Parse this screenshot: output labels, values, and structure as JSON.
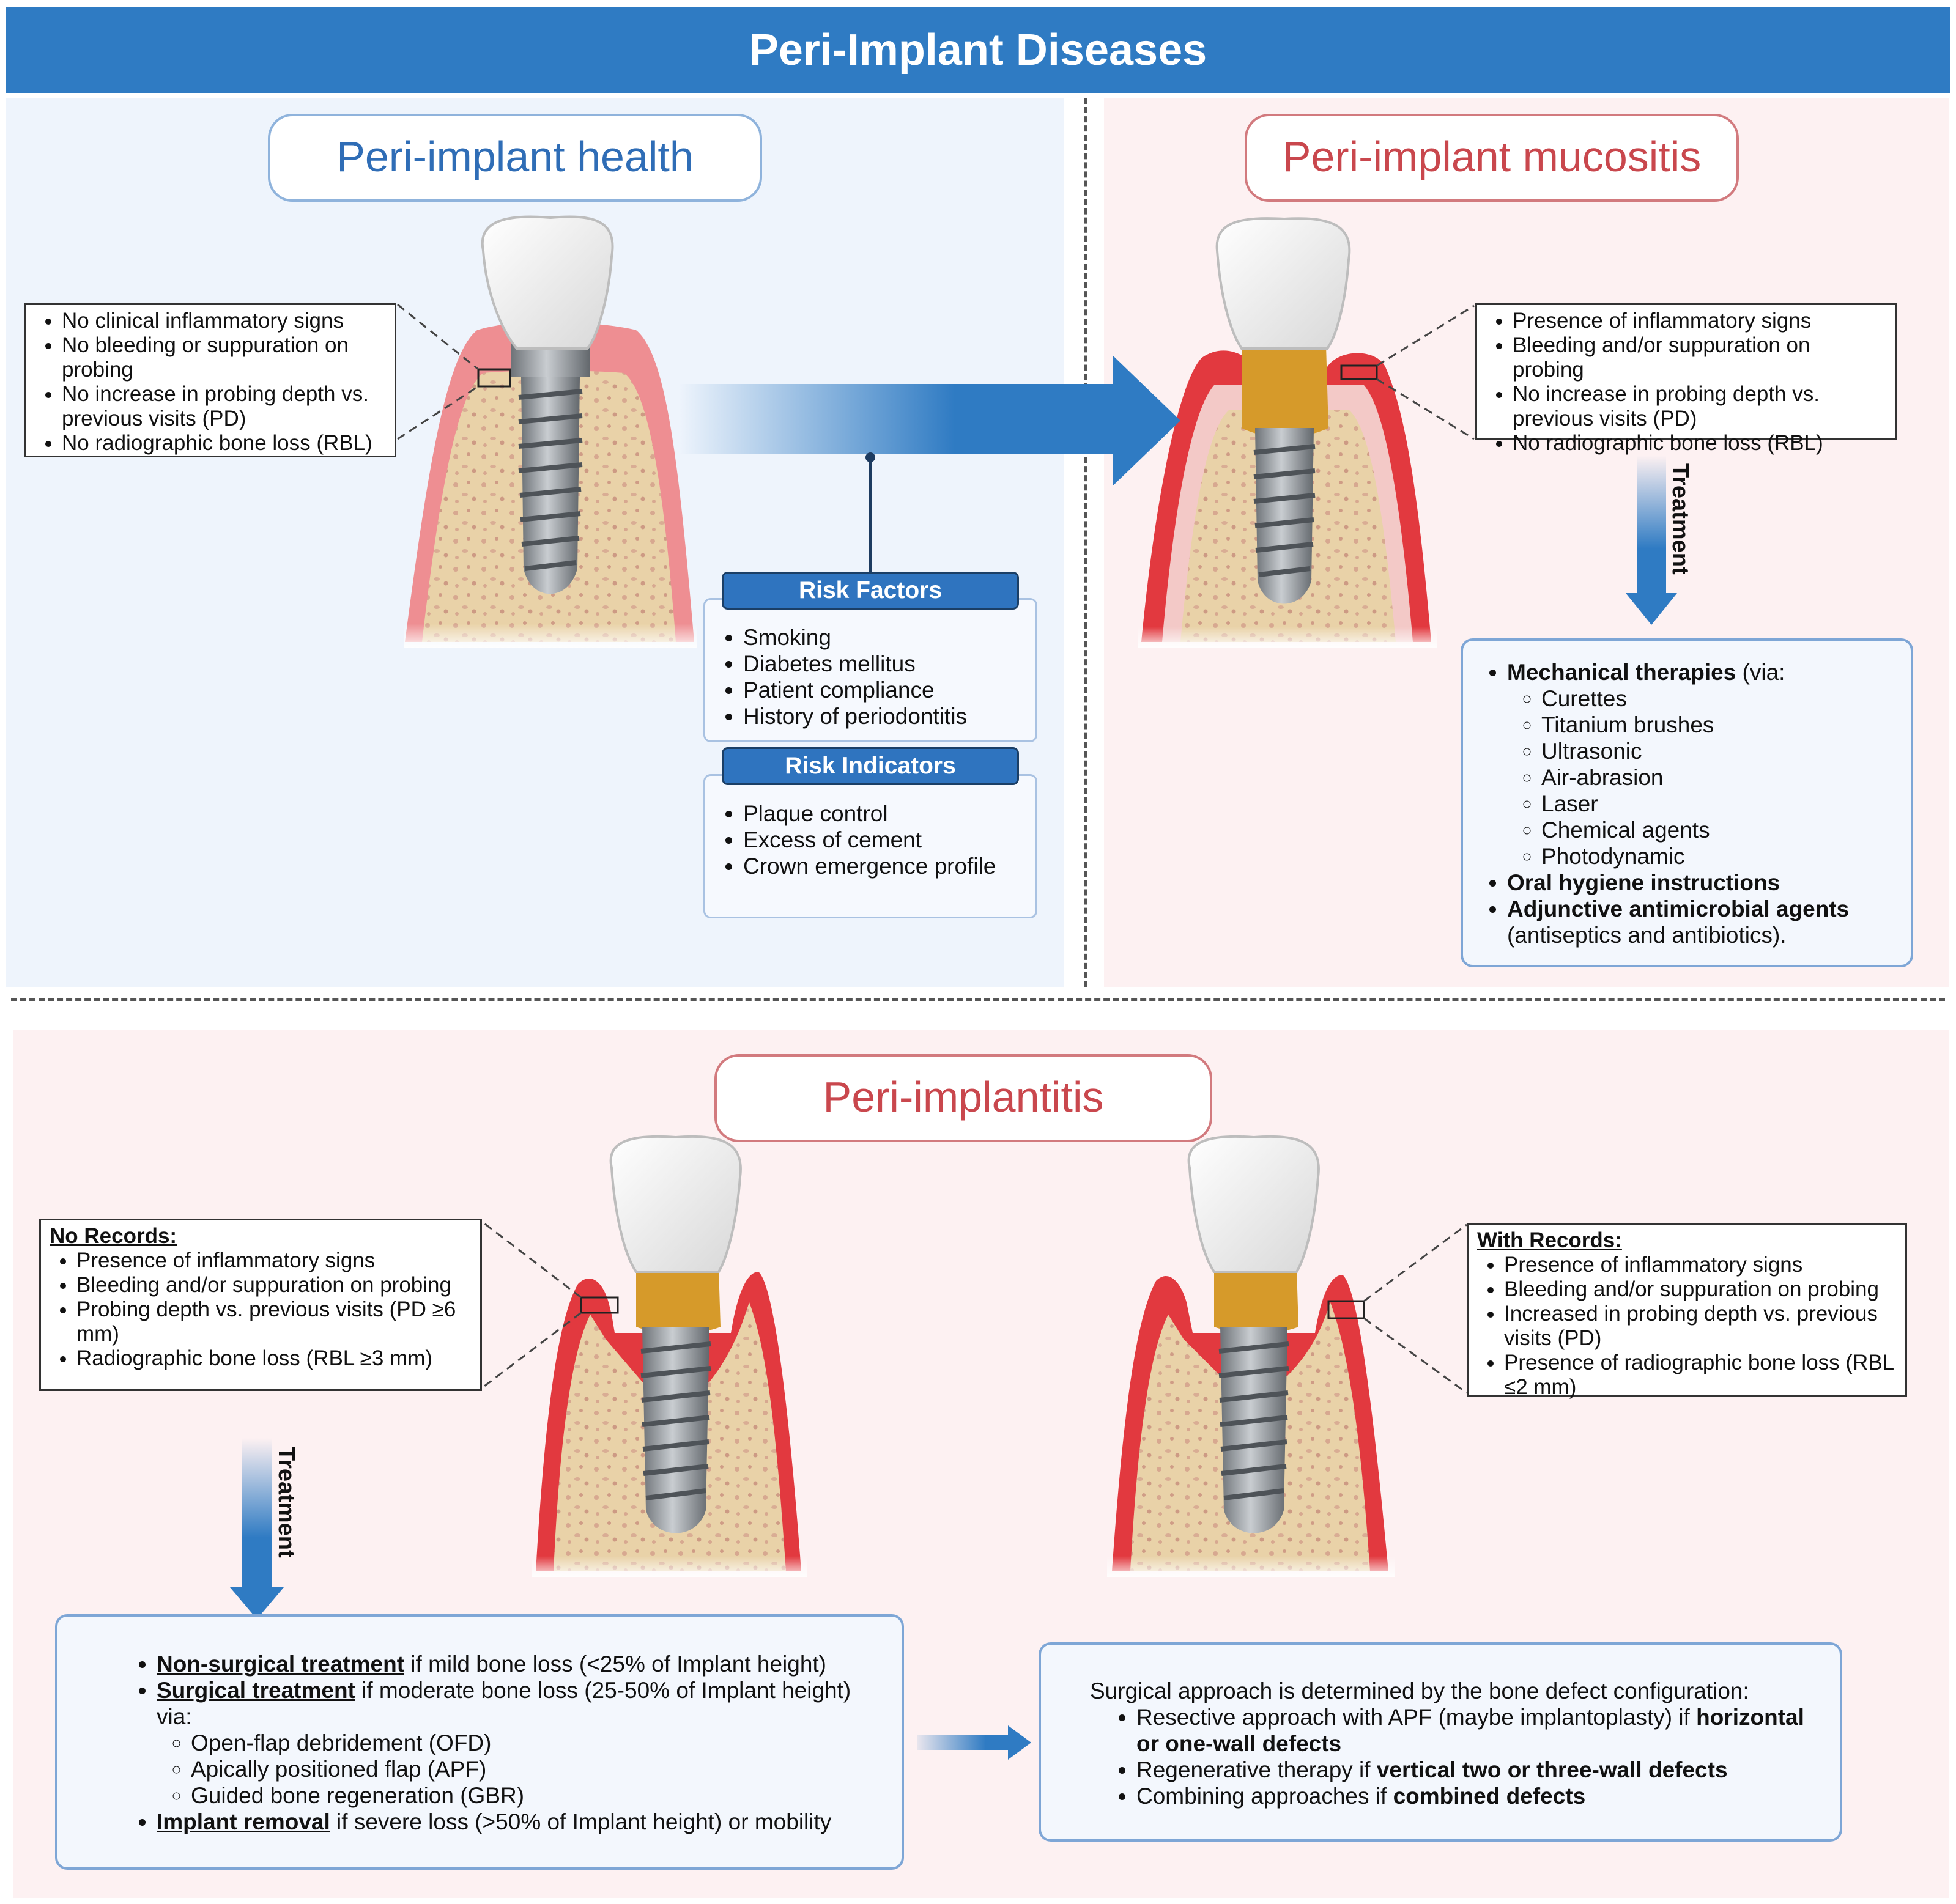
{
  "title": "Peri-Implant Diseases",
  "colors": {
    "accent_blue": "#2f7bc3",
    "health_panel": "#eef4fc",
    "disease_panel": "#fdf1f2",
    "gingiva": "#e2393f",
    "bone": "#e7cfa4",
    "calculus": "#d69a2a"
  },
  "health": {
    "title": "Peri-implant health",
    "signs": [
      "No clinical inflammatory signs",
      "No bleeding or suppuration on probing",
      "No increase in probing depth vs. previous visits (PD)",
      "No radiographic bone loss (RBL)"
    ]
  },
  "risk_factors": {
    "title": "Risk Factors",
    "items": [
      "Smoking",
      "Diabetes mellitus",
      "Patient compliance",
      "History of periodontitis"
    ]
  },
  "risk_indicators": {
    "title": "Risk Indicators",
    "items": [
      "Plaque control",
      "Excess of cement",
      "Crown emergence profile"
    ]
  },
  "mucositis": {
    "title": "Peri-implant mucositis",
    "signs": [
      "Presence of inflammatory signs",
      "Bleeding and/or suppuration on probing",
      "No increase in probing depth vs. previous visits (PD)",
      "No radiographic bone loss (RBL)"
    ],
    "treatment_label": "Treatment",
    "treatment": {
      "mechanical_bold": "Mechanical therapies",
      "mechanical_rest": " (via:",
      "mechanical_items": [
        "Curettes",
        "Titanium brushes",
        "Ultrasonic",
        "Air-abrasion",
        "Laser",
        "Chemical agents",
        "Photodynamic"
      ],
      "oral_hygiene": "Oral hygiene instructions",
      "adjunctive_bold": "Adjunctive antimicrobial agents",
      "adjunctive_rest": " (antiseptics and antibiotics)."
    }
  },
  "periimplantitis": {
    "title": "Peri-implantitis",
    "no_records": {
      "header": "No Records:",
      "items": [
        "Presence of inflammatory signs",
        "Bleeding and/or suppuration on probing",
        "Probing depth vs. previous visits (PD ≥6 mm)",
        "Radiographic bone loss (RBL ≥3 mm)"
      ]
    },
    "with_records": {
      "header": "With Records:",
      "items": [
        "Presence of inflammatory signs",
        "Bleeding and/or suppuration on probing",
        "Increased in probing depth vs. previous visits (PD)",
        "Presence of radiographic bone loss (RBL ≤2 mm)"
      ]
    },
    "treatment_label": "Treatment",
    "treatment": {
      "nonsurgical_bold": "Non-surgical treatment",
      "nonsurgical_rest": " if mild bone loss (<25% of Implant height)",
      "surgical_bold": "Surgical treatment",
      "surgical_rest": " if moderate bone loss (25-50% of Implant height) via:",
      "surgical_items": [
        "Open-flap debridement (OFD)",
        "Apically positioned flap (APF)",
        "Guided bone regeneration (GBR)"
      ],
      "removal_bold": "Implant removal",
      "removal_rest": " if severe loss (>50% of Implant height) or mobility"
    },
    "surgical": {
      "intro": "Surgical approach is determined by the bone defect configuration:",
      "item1_pre": "Resective approach with APF (maybe implantoplasty) if ",
      "item1_bold": "horizontal or one-wall defects",
      "item2_pre": "Regenerative therapy if ",
      "item2_bold": "vertical two or three-wall defects",
      "item3_pre": "Combining approaches if ",
      "item3_bold": "combined defects"
    }
  }
}
